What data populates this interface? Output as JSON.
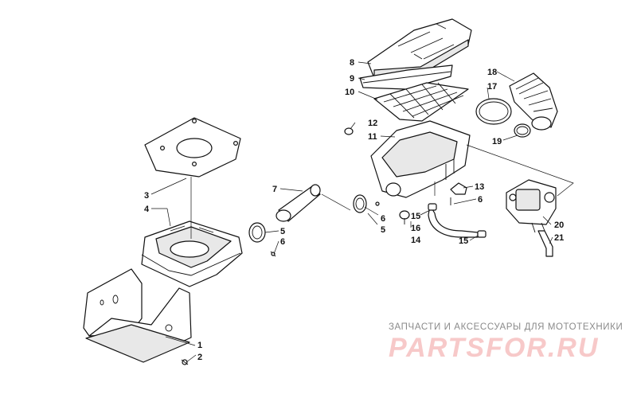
{
  "diagram": {
    "callouts": [
      {
        "id": "c1",
        "label": "1"
      },
      {
        "id": "c2",
        "label": "2"
      },
      {
        "id": "c3",
        "label": "3"
      },
      {
        "id": "c4",
        "label": "4"
      },
      {
        "id": "c5a",
        "label": "5"
      },
      {
        "id": "c6a",
        "label": "6"
      },
      {
        "id": "c7",
        "label": "7"
      },
      {
        "id": "c8",
        "label": "8"
      },
      {
        "id": "c9",
        "label": "9"
      },
      {
        "id": "c10",
        "label": "10"
      },
      {
        "id": "c12",
        "label": "12"
      },
      {
        "id": "c11",
        "label": "11"
      },
      {
        "id": "c6b",
        "label": "6"
      },
      {
        "id": "c5b",
        "label": "5"
      },
      {
        "id": "c18",
        "label": "18"
      },
      {
        "id": "c17",
        "label": "17"
      },
      {
        "id": "c19",
        "label": "19"
      },
      {
        "id": "c13",
        "label": "13"
      },
      {
        "id": "c6c",
        "label": "6"
      },
      {
        "id": "c15a",
        "label": "15"
      },
      {
        "id": "c16",
        "label": "16"
      },
      {
        "id": "c14",
        "label": "14"
      },
      {
        "id": "c15b",
        "label": "15"
      },
      {
        "id": "c20",
        "label": "20"
      },
      {
        "id": "c21",
        "label": "21"
      }
    ]
  },
  "watermark": {
    "line": "ЗАПЧАСТИ И АКСЕССУАРЫ ДЛЯ МОТОТЕХНИКИ",
    "brand": "PARTSFOR.RU"
  }
}
